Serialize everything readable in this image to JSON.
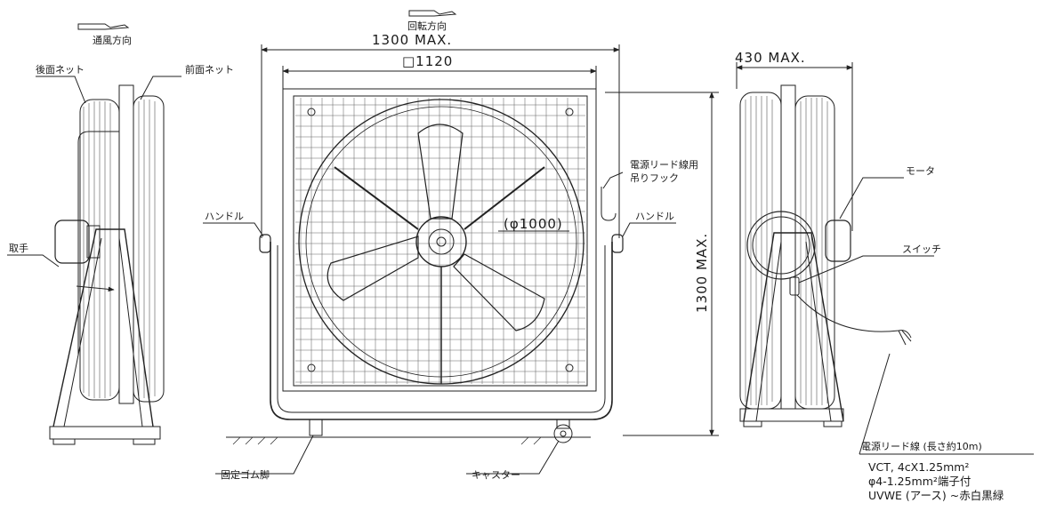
{
  "labels": {
    "airflow_direction": "通風方向",
    "rotation_direction": "回転方向",
    "rear_net": "後面ネット",
    "front_net": "前面ネット",
    "handle_left": "ハンドル",
    "handle_right": "ハンドル",
    "grip": "取手",
    "cord_hook_line1": "電源リード線用",
    "cord_hook_line2": "吊りフック",
    "motor": "モータ",
    "switch": "スイッチ",
    "rubber_foot": "固定ゴム脚",
    "caster": "キャスター",
    "cord_title": "電源リード線 (長さ約10m)"
  },
  "dimensions": {
    "overall_width": "1300 MAX.",
    "frame_width": "□1120",
    "blade_diameter": "(φ1000)",
    "overall_height": "1300 MAX.",
    "depth": "430 MAX."
  },
  "cord_spec": {
    "line1": "VCT, 4cX1.25mm²",
    "line2": "φ4-1.25mm²端子付",
    "line3": "UVWE (アース) ~赤白黒緑"
  }
}
